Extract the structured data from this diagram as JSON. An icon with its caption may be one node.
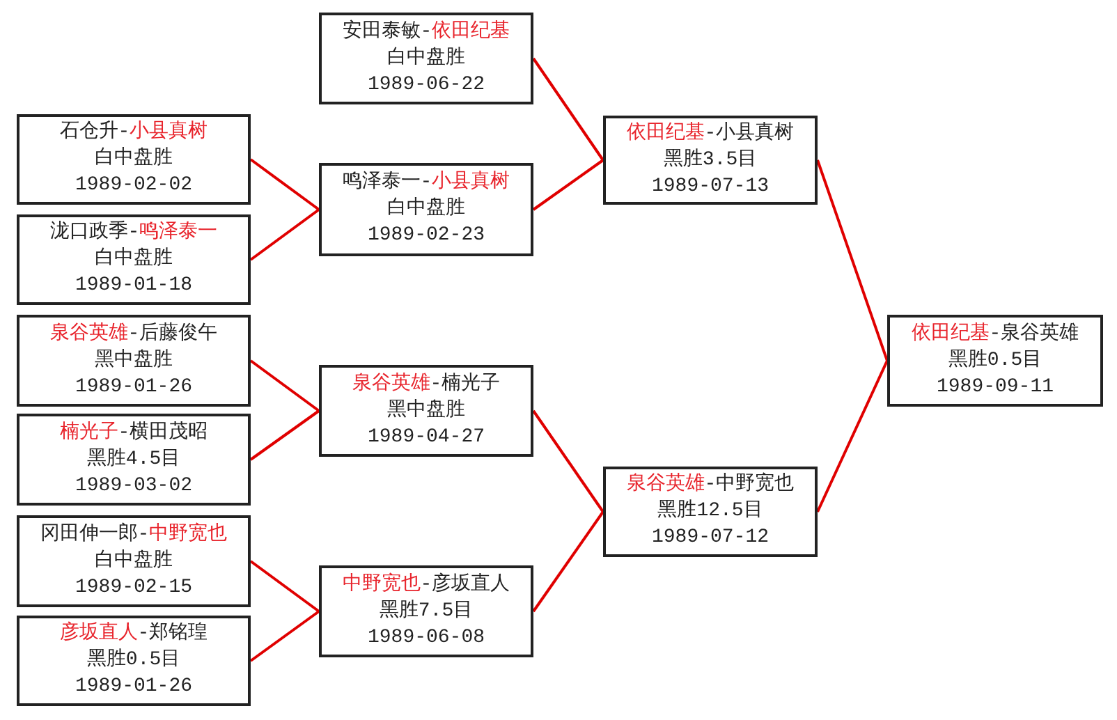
{
  "diagram": {
    "nodes": [
      {
        "text": [
          "石仓升-**小县真树**",
          "白中盘胜",
          "1989-02-02"
        ]
      },
      {
        "text": [
          "泷口政季-**鸣泽泰一**",
          "白中盘胜",
          "1989-01-18"
        ]
      },
      {
        "text": [
          "**泉谷英雄**-后藤俊午",
          "黑中盘胜",
          "1989-01-26"
        ]
      },
      {
        "text": [
          "**楠光子**-横田茂昭",
          "黑胜4.5目",
          "1989-03-02"
        ]
      },
      {
        "text": [
          "冈田伸一郎-**中野宽也**",
          "白中盘胜",
          "1989-02-15"
        ]
      },
      {
        "text": [
          "**彦坂直人**-郑铭瑝",
          "黑胜0.5目",
          "1989-01-26"
        ]
      },
      {
        "text": [
          "安田泰敏-**依田纪基**",
          "白中盘胜",
          "1989-06-22"
        ]
      },
      {
        "text": [
          "鸣泽泰一-**小县真树**",
          "白中盘胜",
          "1989-02-23"
        ]
      },
      {
        "text": [
          "**泉谷英雄**-楠光子",
          "黑中盘胜",
          "1989-04-27"
        ]
      },
      {
        "text": [
          "**中野宽也**-彦坂直人",
          "黑胜7.5目",
          "1989-06-08"
        ]
      },
      {
        "text": [
          "**依田纪基**-小县真树",
          "黑胜3.5目",
          "1989-07-13"
        ]
      },
      {
        "text": [
          "**泉谷英雄**-中野宽也",
          "黑胜12.5目",
          "1989-07-12"
        ]
      },
      {
        "text": [
          "**依田纪基**-泉谷英雄",
          "黑胜0.5目",
          "1989-09-11"
        ]
      }
    ],
    "edges": [
      {
        "from": 0,
        "to": 7,
        "arrow": "none"
      },
      {
        "from": 1,
        "to": 7,
        "arrow": "none"
      },
      {
        "from": 2,
        "to": 8,
        "arrow": "none"
      },
      {
        "from": 3,
        "to": 8,
        "arrow": "none"
      },
      {
        "from": 4,
        "to": 9,
        "arrow": "none"
      },
      {
        "from": 5,
        "to": 9,
        "arrow": "none"
      },
      {
        "from": 6,
        "to": 10,
        "arrow": "none"
      },
      {
        "from": 7,
        "to": 10,
        "arrow": "none"
      },
      {
        "from": 8,
        "to": 11,
        "arrow": "none"
      },
      {
        "from": 9,
        "to": 11,
        "arrow": "none"
      },
      {
        "from": 10,
        "to": 12,
        "arrow": "none"
      },
      {
        "from": 11,
        "to": 12,
        "arrow": "none"
      }
    ]
  }
}
